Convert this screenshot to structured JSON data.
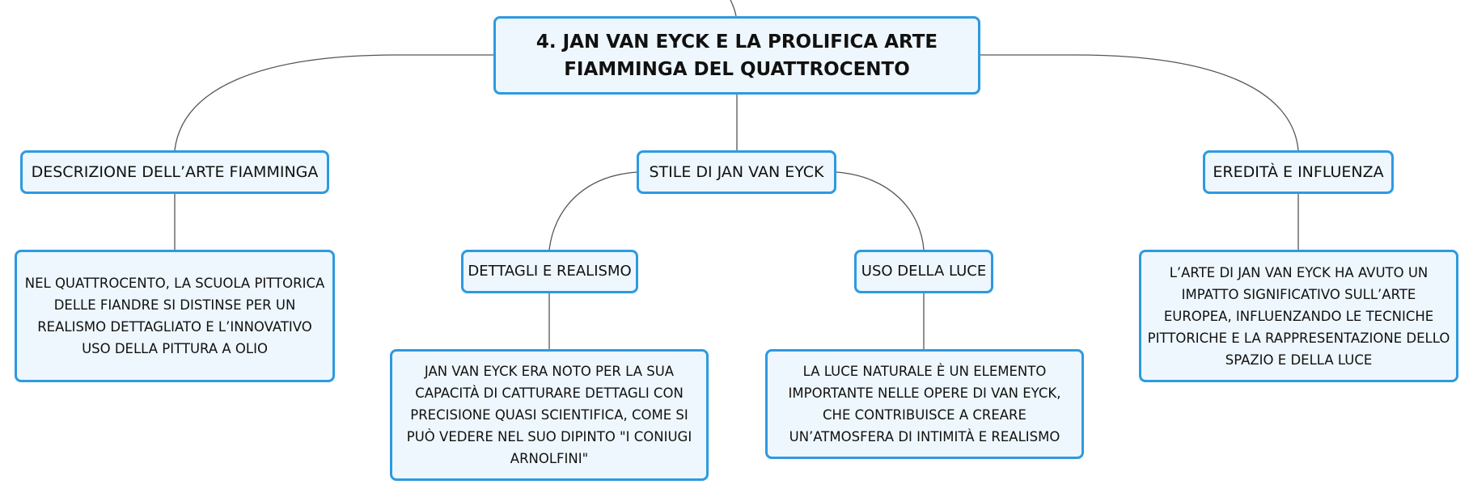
{
  "map": {
    "root": "4. JAN VAN EYCK E LA PROLIFICA ARTE FIAMMINGA DEL QUATTROCENTO",
    "branches": {
      "descrizione": {
        "label": "DESCRIZIONE DELL’ARTE FIAMMINGA",
        "text": "NEL QUATTROCENTO, LA SCUOLA PITTORICA DELLE FIANDRE SI DISTINSE PER UN REALISMO DETTAGLIATO E L’INNOVATIVO USO DELLA PITTURA A OLIO"
      },
      "stile": {
        "label": "STILE DI JAN VAN EYCK",
        "dettagli": {
          "label": "DETTAGLI E REALISMO",
          "text": "JAN VAN EYCK ERA NOTO PER LA SUA CAPACITÀ DI CATTURARE DETTAGLI CON PRECISIONE QUASI SCIENTIFICA, COME SI PUÒ VEDERE NEL SUO DIPINTO \"I CONIUGI ARNOLFINI\""
        },
        "luce": {
          "label": "USO DELLA LUCE",
          "text": "LA LUCE NATURALE È UN ELEMENTO IMPORTANTE NELLE OPERE DI VAN EYCK, CHE CONTRIBUISCE A CREARE UN’ATMOSFERA DI INTIMITÀ E REALISMO"
        }
      },
      "eredita": {
        "label": "EREDITÀ E INFLUENZA",
        "text": "L’ARTE DI JAN VAN EYCK HA AVUTO UN IMPATTO SIGNIFICATIVO SULL’ARTE EUROPEA, INFLUENZANDO LE TECNICHE PITTORICHE E LA RAPPRESENTAZIONE DELLO SPAZIO E DELLA LUCE"
      }
    }
  },
  "colors": {
    "node_border": "#2d9ae0",
    "node_fill": "#eef7fd",
    "connector": "#555555",
    "text": "#111111"
  }
}
